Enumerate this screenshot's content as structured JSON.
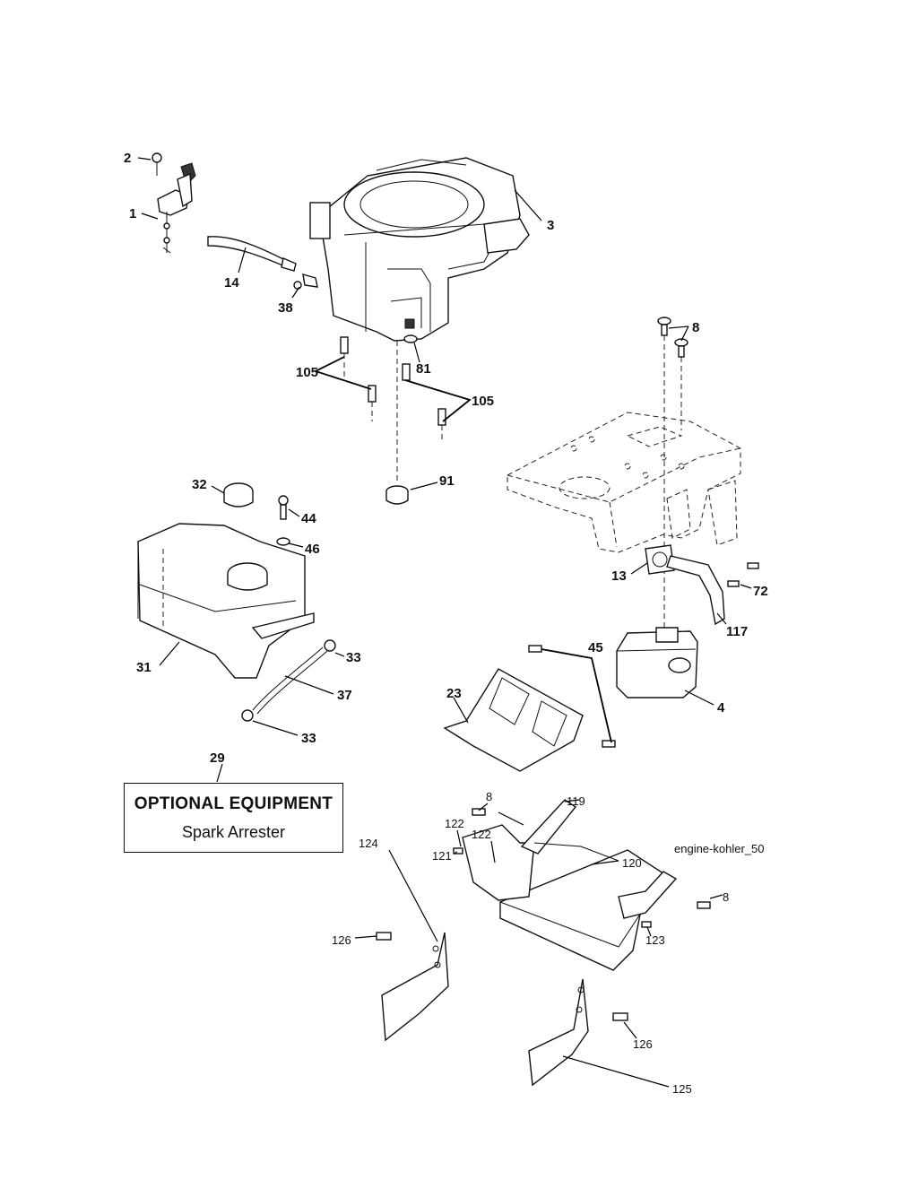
{
  "diagram": {
    "diagram_id": "engine-kohler_50",
    "optional_box": {
      "title": "OPTIONAL EQUIPMENT",
      "subtitle": "Spark Arrester"
    },
    "callouts": [
      {
        "id": "c2",
        "label": "2"
      },
      {
        "id": "c1",
        "label": "1"
      },
      {
        "id": "c14",
        "label": "14"
      },
      {
        "id": "c38",
        "label": "38"
      },
      {
        "id": "c3",
        "label": "3"
      },
      {
        "id": "c8a",
        "label": "8"
      },
      {
        "id": "c81",
        "label": "81"
      },
      {
        "id": "c105a",
        "label": "105"
      },
      {
        "id": "c105b",
        "label": "105"
      },
      {
        "id": "c91",
        "label": "91"
      },
      {
        "id": "c32",
        "label": "32"
      },
      {
        "id": "c44",
        "label": "44"
      },
      {
        "id": "c46",
        "label": "46"
      },
      {
        "id": "c13",
        "label": "13"
      },
      {
        "id": "c72",
        "label": "72"
      },
      {
        "id": "c117",
        "label": "117"
      },
      {
        "id": "c45",
        "label": "45"
      },
      {
        "id": "c31",
        "label": "31"
      },
      {
        "id": "c33a",
        "label": "33"
      },
      {
        "id": "c37",
        "label": "37"
      },
      {
        "id": "c33b",
        "label": "33"
      },
      {
        "id": "c23",
        "label": "23"
      },
      {
        "id": "c4",
        "label": "4"
      },
      {
        "id": "c29",
        "label": "29"
      },
      {
        "id": "c8b",
        "label": "8"
      },
      {
        "id": "c119",
        "label": "119"
      },
      {
        "id": "c122a",
        "label": "122"
      },
      {
        "id": "c122b",
        "label": "122"
      },
      {
        "id": "c121",
        "label": "121"
      },
      {
        "id": "c120",
        "label": "120"
      },
      {
        "id": "c124",
        "label": "124"
      },
      {
        "id": "c8c",
        "label": "8"
      },
      {
        "id": "c126a",
        "label": "126"
      },
      {
        "id": "c123",
        "label": "123"
      },
      {
        "id": "c126b",
        "label": "126"
      },
      {
        "id": "c125",
        "label": "125"
      }
    ]
  }
}
